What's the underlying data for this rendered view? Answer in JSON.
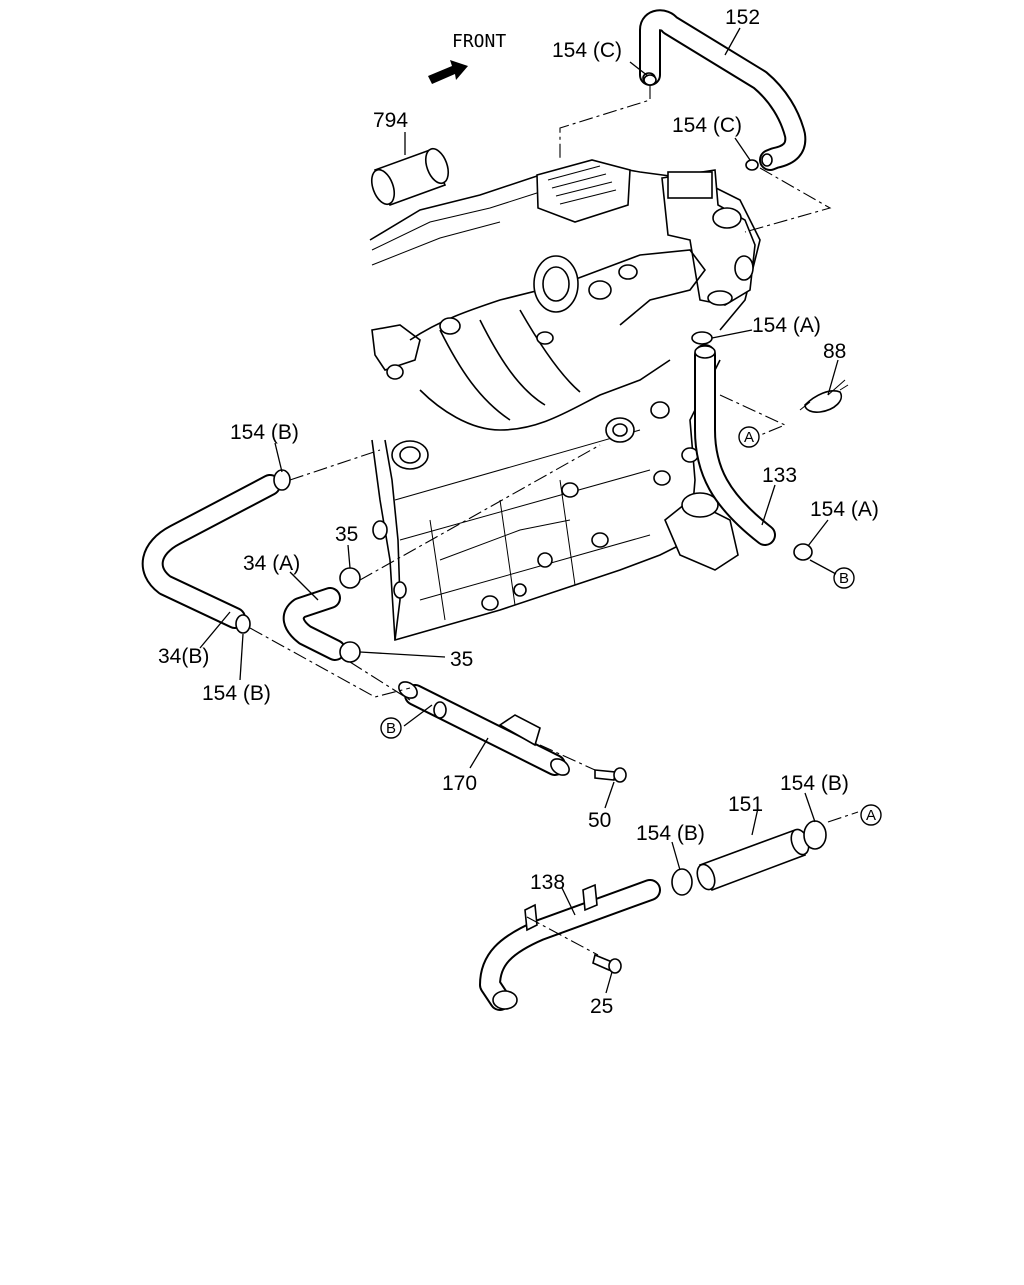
{
  "diagram": {
    "front_label": "FRONT",
    "callouts": [
      {
        "id": "c152",
        "text": "152"
      },
      {
        "id": "c154c_top",
        "text": "154 (C)"
      },
      {
        "id": "c154c_right",
        "text": "154 (C)"
      },
      {
        "id": "c794",
        "text": "794"
      },
      {
        "id": "c154a_upper",
        "text": "154 (A)"
      },
      {
        "id": "c88",
        "text": "88"
      },
      {
        "id": "c154b_left",
        "text": "154 (B)"
      },
      {
        "id": "c133",
        "text": "133"
      },
      {
        "id": "c154a_lower",
        "text": "154 (A)"
      },
      {
        "id": "c35_upper",
        "text": "35"
      },
      {
        "id": "c34a",
        "text": "34 (A)"
      },
      {
        "id": "c34b",
        "text": "34(B)"
      },
      {
        "id": "c35_lower",
        "text": "35"
      },
      {
        "id": "c154b_bottomleft",
        "text": "154 (B)"
      },
      {
        "id": "c170",
        "text": "170"
      },
      {
        "id": "c50",
        "text": "50"
      },
      {
        "id": "c154b_right",
        "text": "154 (B)"
      },
      {
        "id": "c151",
        "text": "151"
      },
      {
        "id": "c154b_mid",
        "text": "154 (B)"
      },
      {
        "id": "c138",
        "text": "138"
      },
      {
        "id": "c25",
        "text": "25"
      }
    ],
    "connectors": [
      {
        "id": "a_upper",
        "text": "A"
      },
      {
        "id": "b_right",
        "text": "B"
      },
      {
        "id": "b_left",
        "text": "B"
      },
      {
        "id": "a_lower",
        "text": "A"
      }
    ]
  }
}
